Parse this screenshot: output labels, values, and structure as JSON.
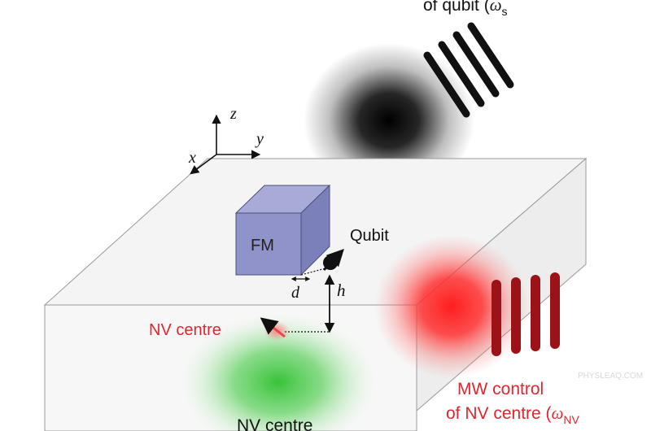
{
  "diagram": {
    "labels": {
      "qubit_drive": "of qubit (",
      "omega_s": "ω",
      "omega_s_sub": "s",
      "axis_z": "z",
      "axis_y": "y",
      "axis_x": "x",
      "fm": "FM",
      "qubit": "Qubit",
      "d": "d",
      "h": "h",
      "nv_centre": "NV centre",
      "mw_line1": "MW control",
      "mw_line2": "of NV  centre (",
      "omega_nv": "ω",
      "omega_nv_sub": "NV",
      "nv_centre_bottom": "NV centre",
      "watermark": "PHYSLEAQ.COM"
    },
    "colors": {
      "fm_fill": "#8f93c9",
      "red_text": "#e0262e",
      "dark_red_bars": "#9b1217",
      "black": "#111111",
      "slab_top": "#f4f4f4",
      "slab_front": "#f7f7f7",
      "glow_red": "#ff2a2a",
      "glow_green": "#36c236",
      "glow_black": "#000000"
    }
  }
}
